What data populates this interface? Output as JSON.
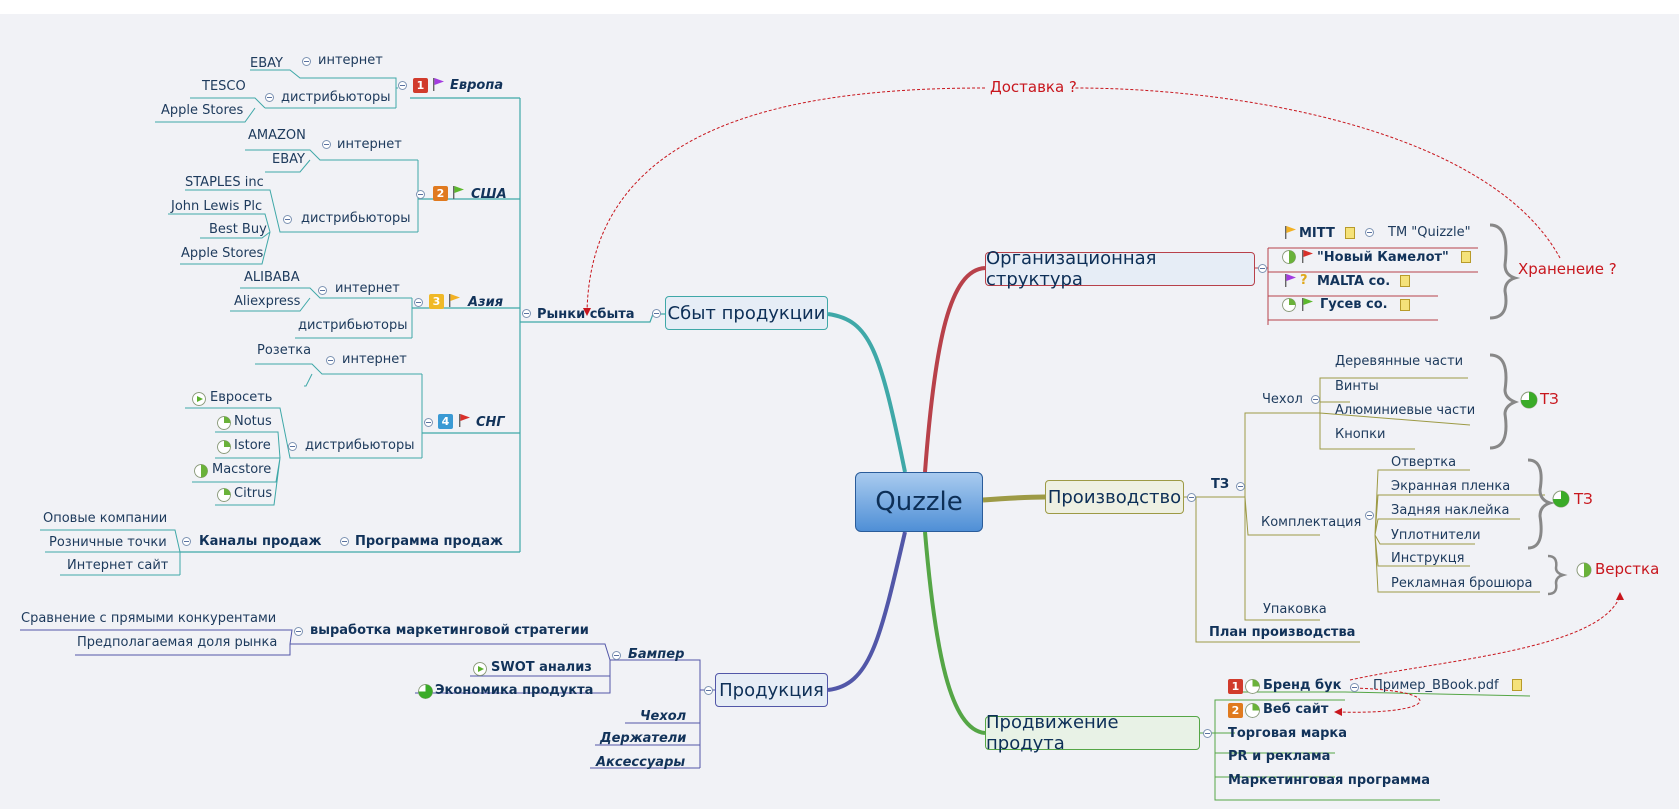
{
  "root": "Quzzle",
  "topics": {
    "sales": "Сбыт продукции",
    "org": "Организационная структура",
    "prod": "Производство",
    "products": "Продукция",
    "promo": "Продвижение продута"
  },
  "markets": {
    "label": "Рынки сбыта",
    "europe": {
      "label": "Европа",
      "num": "1",
      "internet": "интернет",
      "dist": "дистрибьюторы",
      "internet_items": [
        "EBAY"
      ],
      "dist_items": [
        "TESCO",
        "Apple Stores"
      ]
    },
    "usa": {
      "label": "США",
      "num": "2",
      "internet": "интернет",
      "dist": "дистрибьюторы",
      "internet_items": [
        "AMAZON",
        "EBAY"
      ],
      "dist_items": [
        "STAPLES inc",
        "John Lewis Plc",
        "Best Buy",
        "Apple Stores"
      ]
    },
    "asia": {
      "label": "Азия",
      "num": "3",
      "internet": "интернет",
      "dist": "дистрибьюторы",
      "internet_items": [
        "ALIBABA",
        "Aliexpress"
      ]
    },
    "cis": {
      "label": "СНГ",
      "num": "4",
      "internet": "интернет",
      "dist": "дистрибьюторы",
      "internet_items": [
        "Розетка"
      ],
      "dist_items": [
        "Евросеть",
        "Notus",
        "Istore",
        "Macstore",
        "Citrus"
      ]
    },
    "program": "Программа продаж",
    "channels": "Каналы продаж",
    "channel_items": [
      "Оповые компании",
      "Розничные точки",
      "Интернет сайт"
    ]
  },
  "delivery": "Доставка ?",
  "storage": "Храненеие ?",
  "org_items": {
    "mitt": "MITT",
    "tm": "TM \"Quizzle\"",
    "kamelot": "\"Новый Камелот\"",
    "malta": "MALTA co.",
    "gusev": "Гусев co."
  },
  "production": {
    "tz": "ТЗ",
    "case": "Чехол",
    "case_items": [
      "Деревянные части",
      "Винты",
      "Алюминиевые части",
      "Кнопки"
    ],
    "kit": "Комплектация",
    "kit_items": [
      "Отвертка",
      "Экранная пленка",
      "Задняя наклейка",
      "Уплотнители",
      "Инструкця",
      "Рекламная брошюра"
    ],
    "pack": "Упаковка",
    "plan": "План производства",
    "tz_label_1": "ТЗ",
    "tz_label_2": "ТЗ",
    "layout": "Верстка"
  },
  "products": {
    "strategy": "выработка маркетинговой стратегии",
    "strategy_items": [
      "Сравнение с прямыми конкурентами",
      "Предполагаемая доля рынка"
    ],
    "bumper": "Бампер",
    "swot": "SWOT анализ",
    "economy": "Экономика продукта",
    "case": "Чехол",
    "holders": "Держатели",
    "accessories": "Аксессуары"
  },
  "promo": {
    "brandbook": "Бренд бук",
    "brandbook_file": "Пример_BBook.pdf",
    "brandbook_num": "1",
    "website": "Веб сайт",
    "website_num": "2",
    "trademark": "Торговая марка",
    "pr": "PR и реклама",
    "marketing": "Маркетинговая программа"
  },
  "colors": {
    "teal": "#3fa8a8",
    "red": "#b8414a",
    "olive": "#9d9a45",
    "blue": "#5257a8",
    "green": "#55a646",
    "accent_red": "#c8161d"
  }
}
